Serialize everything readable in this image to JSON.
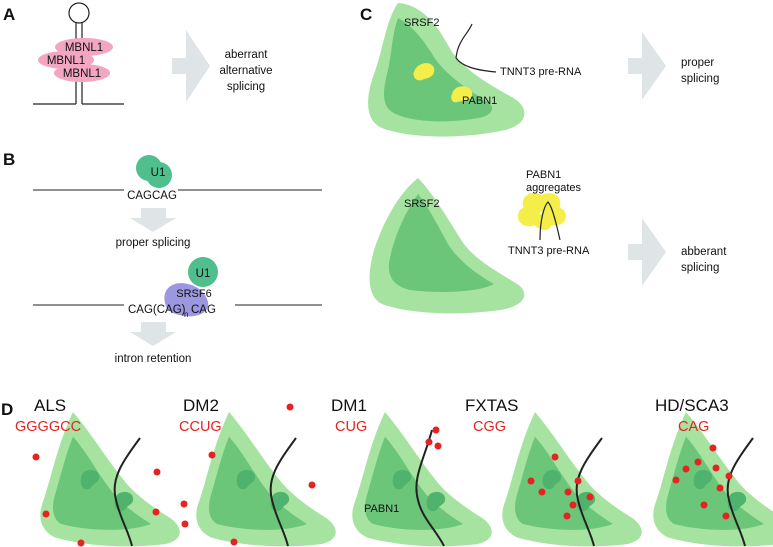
{
  "panels": {
    "a": {
      "label": "A",
      "proteins": [
        "MBNL1",
        "MBNL1",
        "MBNL1"
      ],
      "outcome": [
        "aberrant",
        "alternative",
        "splicing"
      ]
    },
    "b": {
      "label": "B",
      "u1_top": "U1",
      "seq_top": "CAGCAG",
      "outcome_top": "proper splicing",
      "u1_bottom": "U1",
      "srsf": "SRSF6",
      "seq_bottom_left": "CAG(CAG)",
      "seq_bottom_sub": "n",
      "seq_bottom_right": "CAG",
      "outcome_bottom": "intron retention"
    },
    "c": {
      "label": "C",
      "top": {
        "srsf2": "SRSF2",
        "rna": "TNNT3 pre-RNA",
        "pabn1": "PABN1",
        "outcome": [
          "proper",
          "splicing"
        ]
      },
      "bottom": {
        "srsf2": "SRSF2",
        "aggregates": [
          "PABN1",
          "aggregates"
        ],
        "rna": "TNNT3 pre-RNA",
        "outcome": [
          "abberant",
          "splicing"
        ]
      }
    },
    "d": {
      "label": "D",
      "cells": [
        {
          "disease": "ALS",
          "repeat": "GGGGCC"
        },
        {
          "disease": "DM2",
          "repeat": "CCUG"
        },
        {
          "disease": "DM1",
          "repeat": "CUG"
        },
        {
          "disease": "FXTAS",
          "repeat": "CGG"
        },
        {
          "disease": "HD/SCA3",
          "repeat": "CAG"
        }
      ],
      "pabn1": "PABN1"
    }
  },
  "colors": {
    "light_green": "#a6e3a1",
    "dark_green": "#6cc67a",
    "pink": "#f2a6c2",
    "teal": "#4fc08d",
    "purple": "#9b97e0",
    "yellow": "#f4ee4a",
    "arrow": "#dfe4e6",
    "red": "#e52320"
  }
}
